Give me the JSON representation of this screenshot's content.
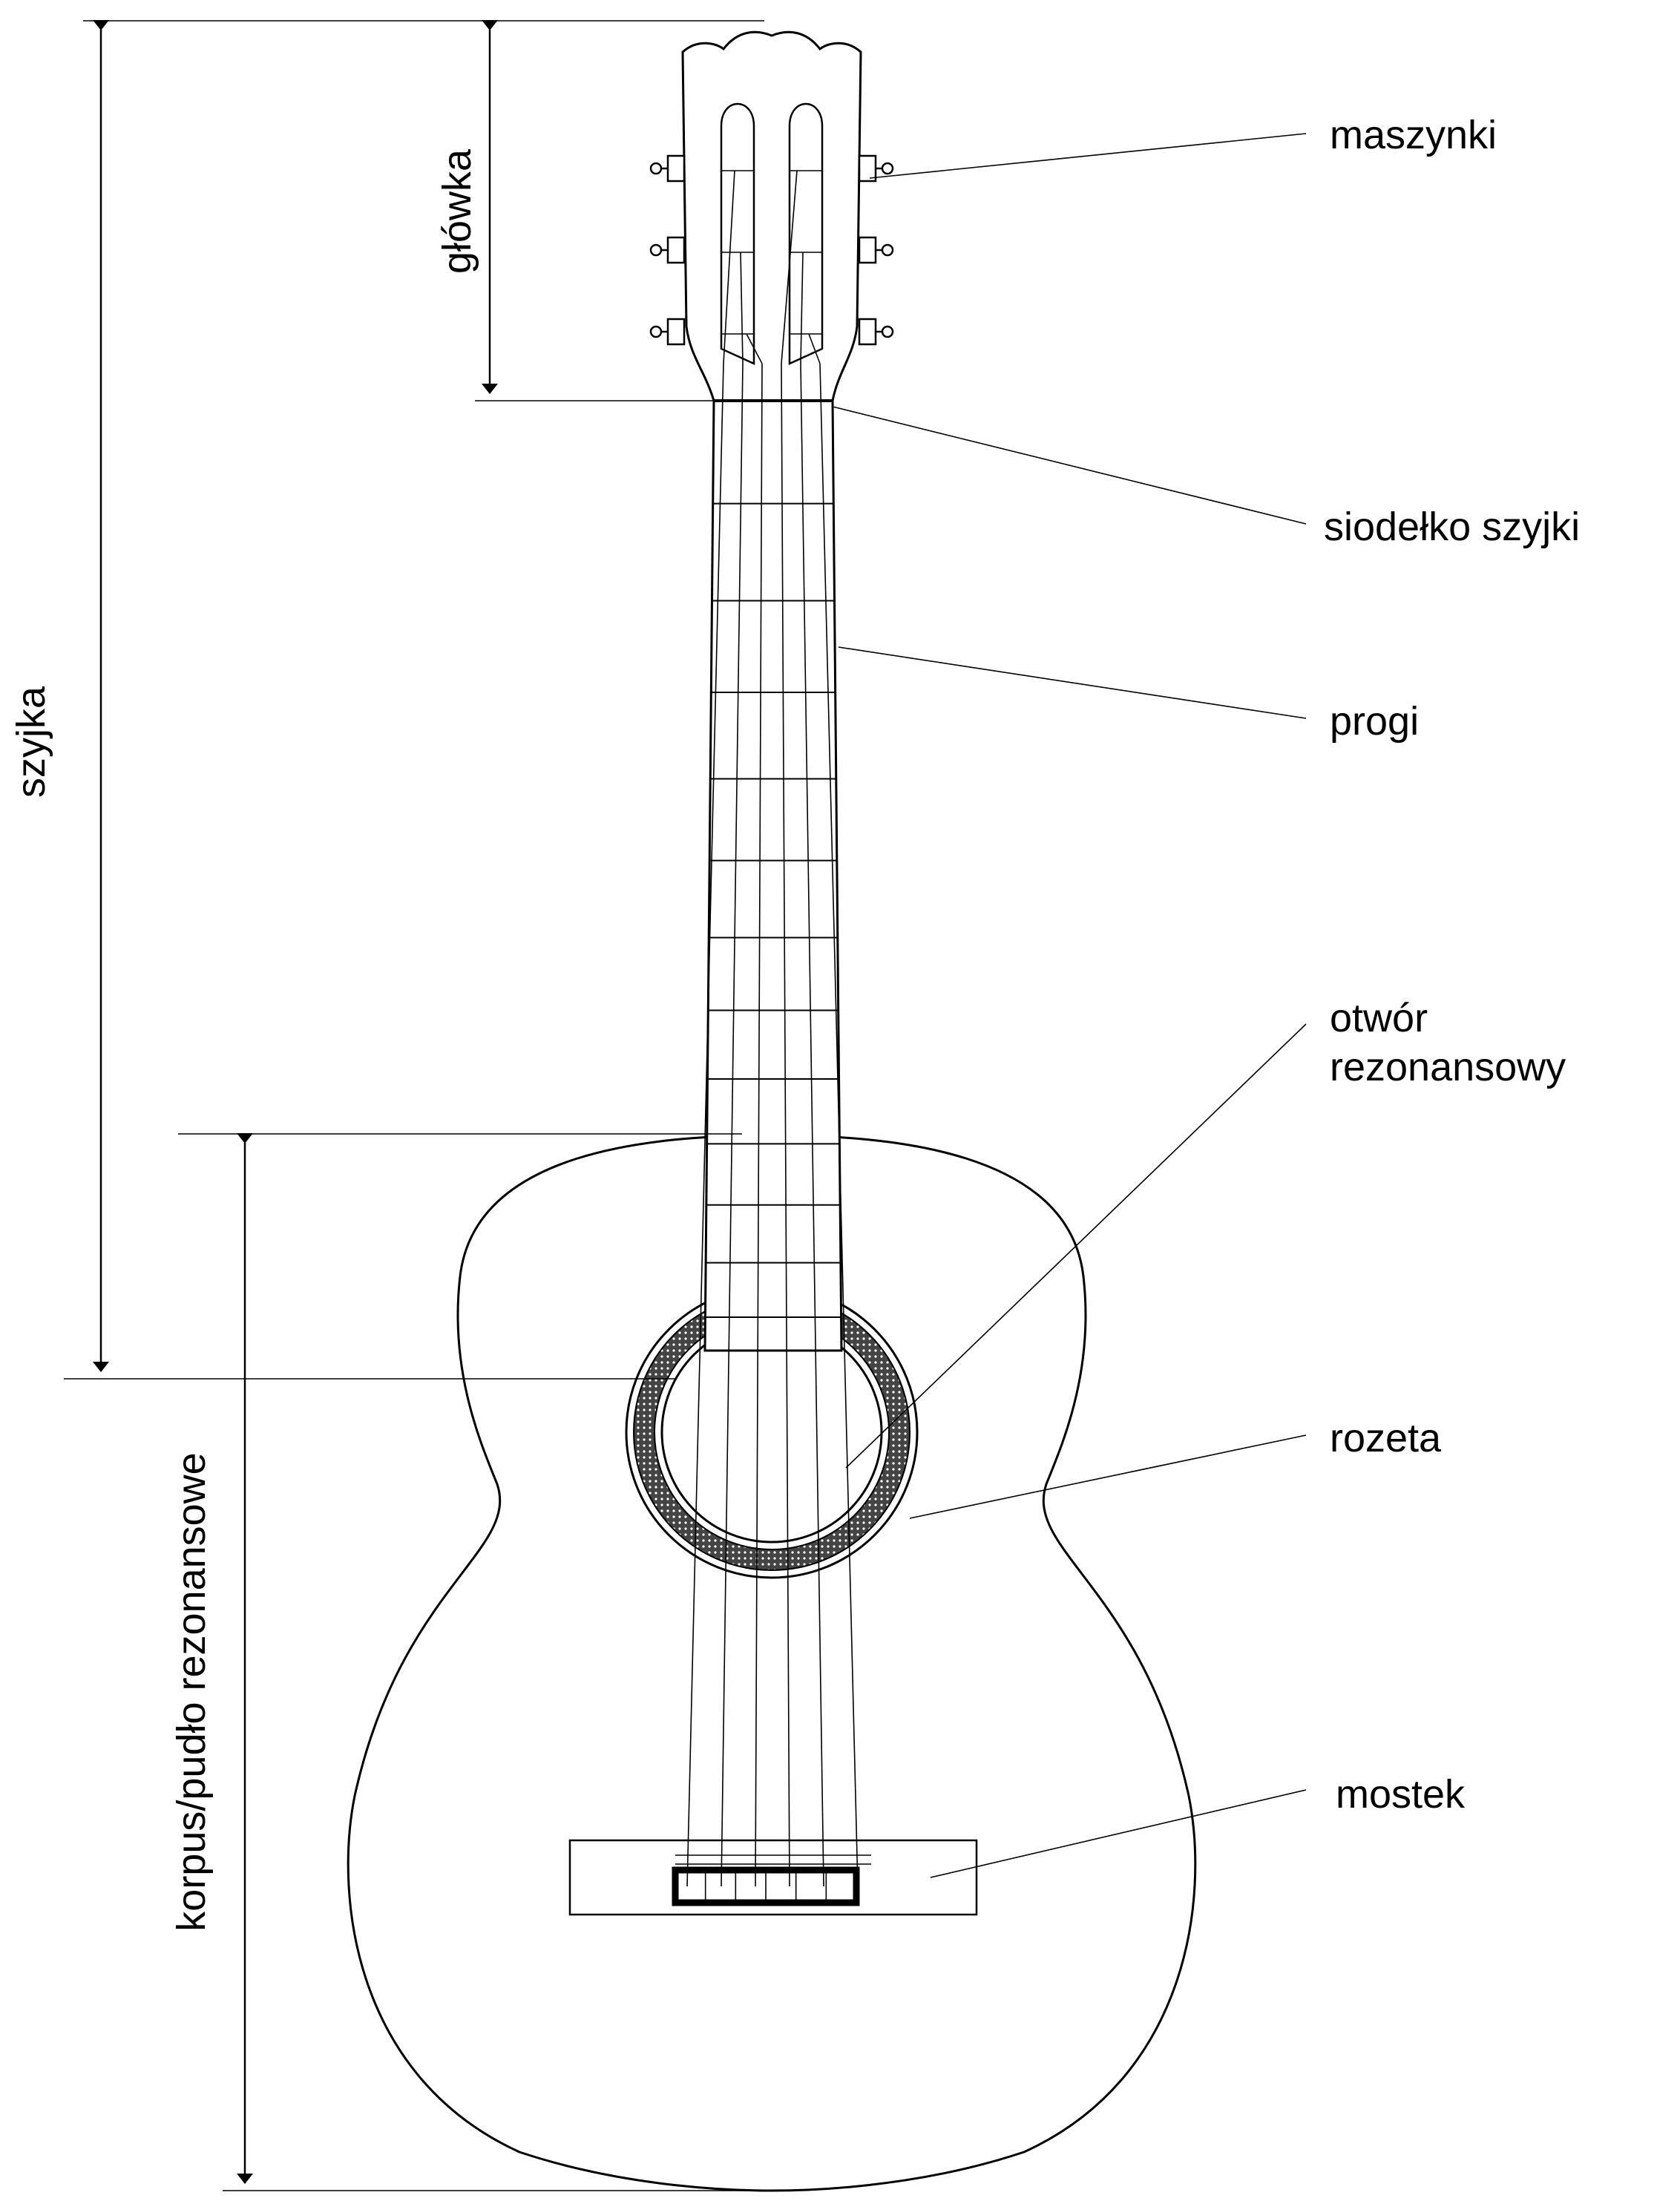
{
  "labels": {
    "maszynki": "maszynki",
    "siodelko": "siodełko szyjki",
    "progi": "progi",
    "otwor_line1": "otwór",
    "otwor_line2": "rezonansowy",
    "rozeta": "rozeta",
    "mostek": "mostek",
    "glowka": "główka",
    "szyjka": "szyjka",
    "korpus": "korpus/pudło rezonansowe"
  },
  "colors": {
    "ink": "#000000",
    "paper": "#ffffff"
  }
}
